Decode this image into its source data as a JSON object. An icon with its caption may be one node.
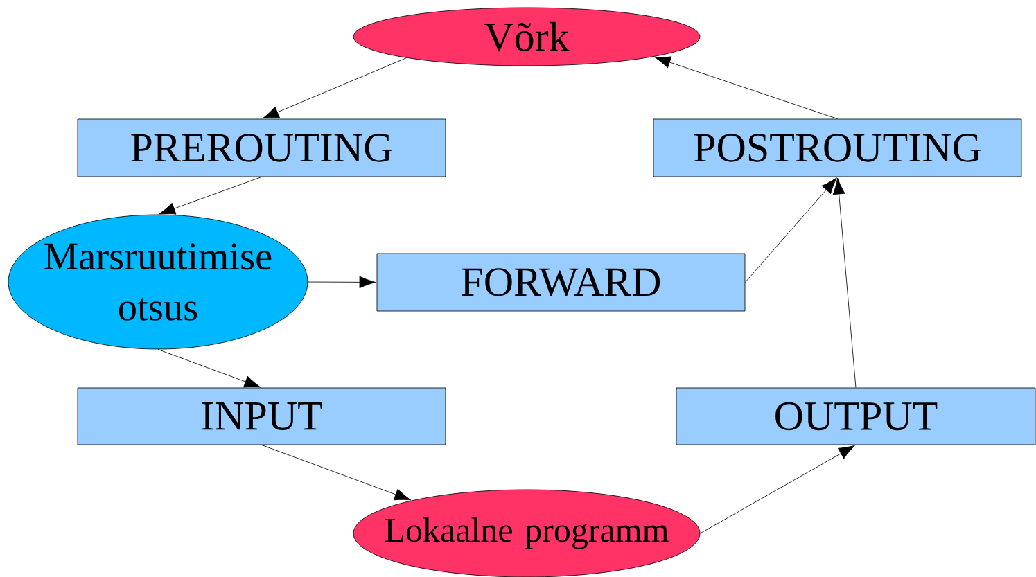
{
  "diagram": {
    "nodes": [
      {
        "text": [
          "Võrk"
        ]
      },
      {
        "text": [
          "PREROUTING"
        ]
      },
      {
        "text": [
          "POSTROUTING"
        ]
      },
      {
        "text": [
          "Marsruutimise otsus"
        ]
      },
      {
        "text": [
          "FORWARD"
        ]
      },
      {
        "text": [
          "INPUT"
        ]
      },
      {
        "text": [
          "OUTPUT"
        ]
      },
      {
        "text": [
          "Lokaalne programm"
        ]
      }
    ],
    "edges": [
      {
        "from": 0,
        "to": 1,
        "arrow": "to"
      },
      {
        "from": 1,
        "to": 3,
        "arrow": "to"
      },
      {
        "from": 3,
        "to": 4,
        "arrow": "to"
      },
      {
        "from": 3,
        "to": 5,
        "arrow": "to"
      },
      {
        "from": 5,
        "to": 7,
        "arrow": "to"
      },
      {
        "from": 7,
        "to": 6,
        "arrow": "to"
      },
      {
        "from": 6,
        "to": 2,
        "arrow": "to"
      },
      {
        "from": 4,
        "to": 2,
        "arrow": "to"
      },
      {
        "from": 2,
        "to": 0,
        "arrow": "to"
      }
    ]
  }
}
